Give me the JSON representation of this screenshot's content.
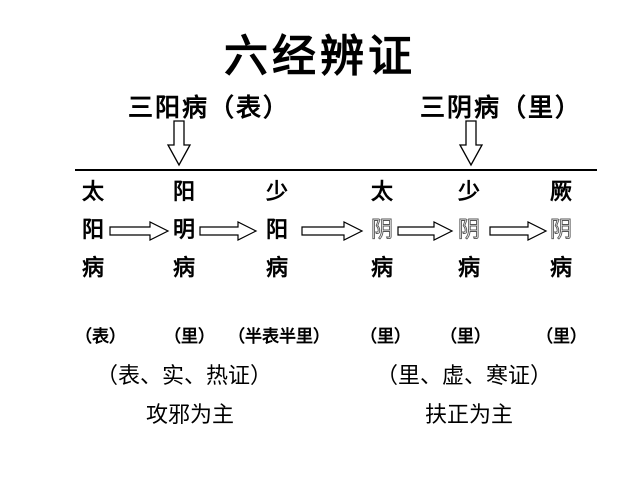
{
  "title": "六经辨证",
  "groups": {
    "yang": {
      "label": "三阳病（表）"
    },
    "yin": {
      "label": "三阴病（里）"
    }
  },
  "stages": [
    {
      "chars": [
        "太",
        "阳",
        "病"
      ],
      "style": "bold"
    },
    {
      "chars": [
        "阳",
        "明",
        "病"
      ],
      "style": "bold"
    },
    {
      "chars": [
        "少",
        "阳",
        "病"
      ],
      "style": "bold"
    },
    {
      "chars": [
        "太",
        "阴",
        "病"
      ],
      "style": "mixed"
    },
    {
      "chars": [
        "少",
        "阴",
        "病"
      ],
      "style": "mixed"
    },
    {
      "chars": [
        "厥",
        "阴",
        "病"
      ],
      "style": "mixed"
    }
  ],
  "locations": [
    "（表）",
    "（里）",
    "（半表半里）",
    "（里）",
    "（里）",
    "（里）"
  ],
  "summary": {
    "yang": {
      "nature": "（表、实、热证）",
      "principle": "攻邪为主"
    },
    "yin": {
      "nature": "（里、虚、寒证）",
      "principle": "扶正为主"
    }
  },
  "colors": {
    "ink": "#000000",
    "outline_char": "#555555"
  }
}
